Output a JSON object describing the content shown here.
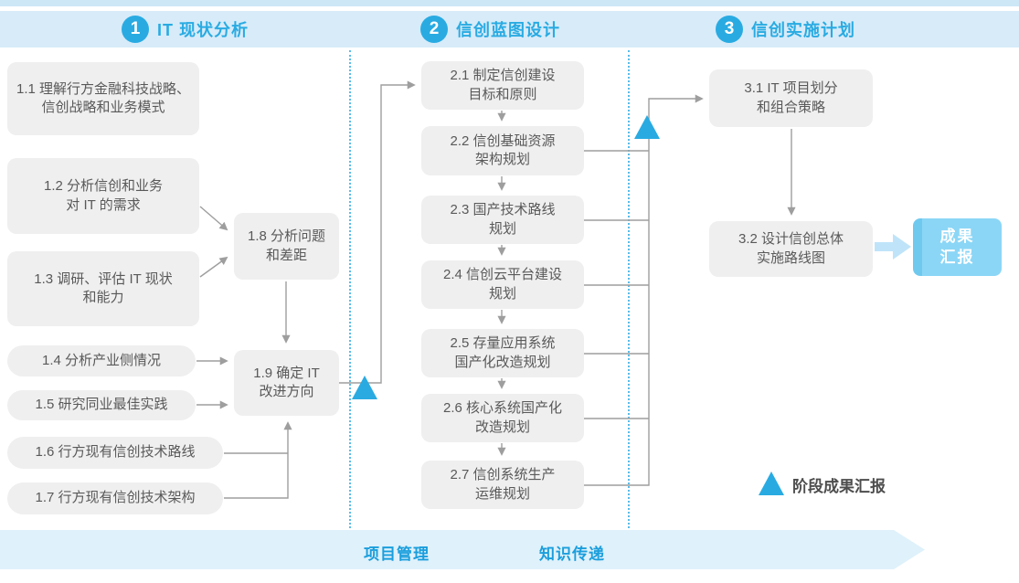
{
  "colors": {
    "accent_blue": "#29abe2",
    "band_fill": "#d7ebf9",
    "box_fill": "#efefef",
    "box_text": "#595959",
    "connector_gray": "#9e9e9e",
    "result_fill": "#8bd6f6",
    "banner_fill": "#dff1fb",
    "banner_text": "#1a9edc"
  },
  "phases": [
    {
      "num": "1",
      "title": "IT 现状分析"
    },
    {
      "num": "2",
      "title": "信创蓝图设计"
    },
    {
      "num": "3",
      "title": "信创实施计划"
    }
  ],
  "boxes": {
    "b11": "1.1 理解行方金融科技战略、\n信创战略和业务模式",
    "b12": "1.2 分析信创和业务\n对 IT 的需求",
    "b13": "1.3 调研、评估 IT 现状\n和能力",
    "b14": "1.4 分析产业侧情况",
    "b15": "1.5 研究同业最佳实践",
    "b16": "1.6 行方现有信创技术路线",
    "b17": "1.7 行方现有信创技术架构",
    "b18": "1.8 分析问题\n和差距",
    "b19": "1.9 确定 IT\n改进方向",
    "b21": "2.1 制定信创建设\n目标和原则",
    "b22": "2.2 信创基础资源\n架构规划",
    "b23": "2.3 国产技术路线\n规划",
    "b24": "2.4 信创云平台建设\n规划",
    "b25": "2.5 存量应用系统\n国产化改造规划",
    "b26": "2.6 核心系统国产化\n改造规划",
    "b27": "2.7 信创系统生产\n运维规划",
    "b31": "3.1 IT 项目划分\n和组合策略",
    "b32": "3.2 设计信创总体\n实施路线图",
    "result": "成果\n汇报"
  },
  "banner": {
    "left": "项目管理",
    "right": "知识传递"
  },
  "legend": {
    "label": "阶段成果汇报"
  }
}
